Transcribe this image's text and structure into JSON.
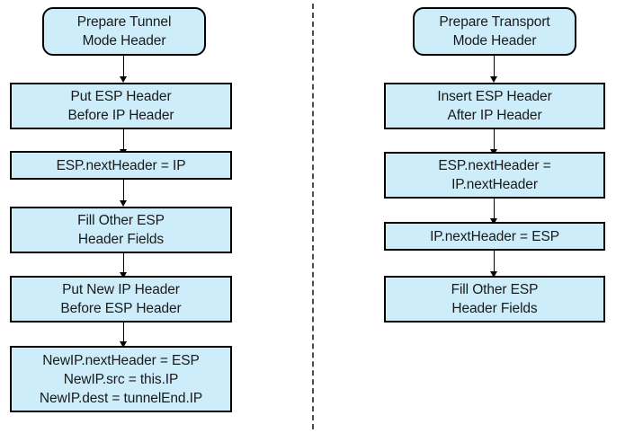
{
  "diagram": {
    "title_left": "Prepare Tunnel Mode Header",
    "title_right": "Prepare Transport Mode Header",
    "background_color": "#ffffff",
    "node_fill_color": "#cdedfb",
    "node_border_color": "#000000",
    "divider_color": "#4d4d4d"
  },
  "left_column": {
    "nodes": [
      {
        "id": "left-start",
        "shape": "rounded",
        "lines": [
          "Prepare Tunnel",
          "Mode Header"
        ]
      },
      {
        "id": "left-step-1",
        "shape": "rect",
        "lines": [
          "Put ESP Header",
          "Before IP Header"
        ]
      },
      {
        "id": "left-step-2",
        "shape": "rect",
        "lines": [
          "ESP.nextHeader = IP"
        ]
      },
      {
        "id": "left-step-3",
        "shape": "rect",
        "lines": [
          "Fill Other ESP",
          "Header Fields"
        ]
      },
      {
        "id": "left-step-4",
        "shape": "rect",
        "lines": [
          "Put New IP Header",
          "Before ESP Header"
        ]
      },
      {
        "id": "left-step-5",
        "shape": "rect",
        "lines": [
          "NewIP.nextHeader = ESP",
          "NewIP.src = this.IP",
          "NewIP.dest = tunnelEnd.IP"
        ]
      }
    ]
  },
  "right_column": {
    "nodes": [
      {
        "id": "right-start",
        "shape": "rounded",
        "lines": [
          "Prepare Transport",
          "Mode Header"
        ]
      },
      {
        "id": "right-step-1",
        "shape": "rect",
        "lines": [
          "Insert ESP Header",
          "After IP Header"
        ]
      },
      {
        "id": "right-step-2",
        "shape": "rect",
        "lines": [
          "ESP.nextHeader =",
          "IP.nextHeader"
        ]
      },
      {
        "id": "right-step-3",
        "shape": "rect",
        "lines": [
          "IP.nextHeader = ESP"
        ]
      },
      {
        "id": "right-step-4",
        "shape": "rect",
        "lines": [
          "Fill Other ESP",
          "Header Fields"
        ]
      }
    ]
  }
}
